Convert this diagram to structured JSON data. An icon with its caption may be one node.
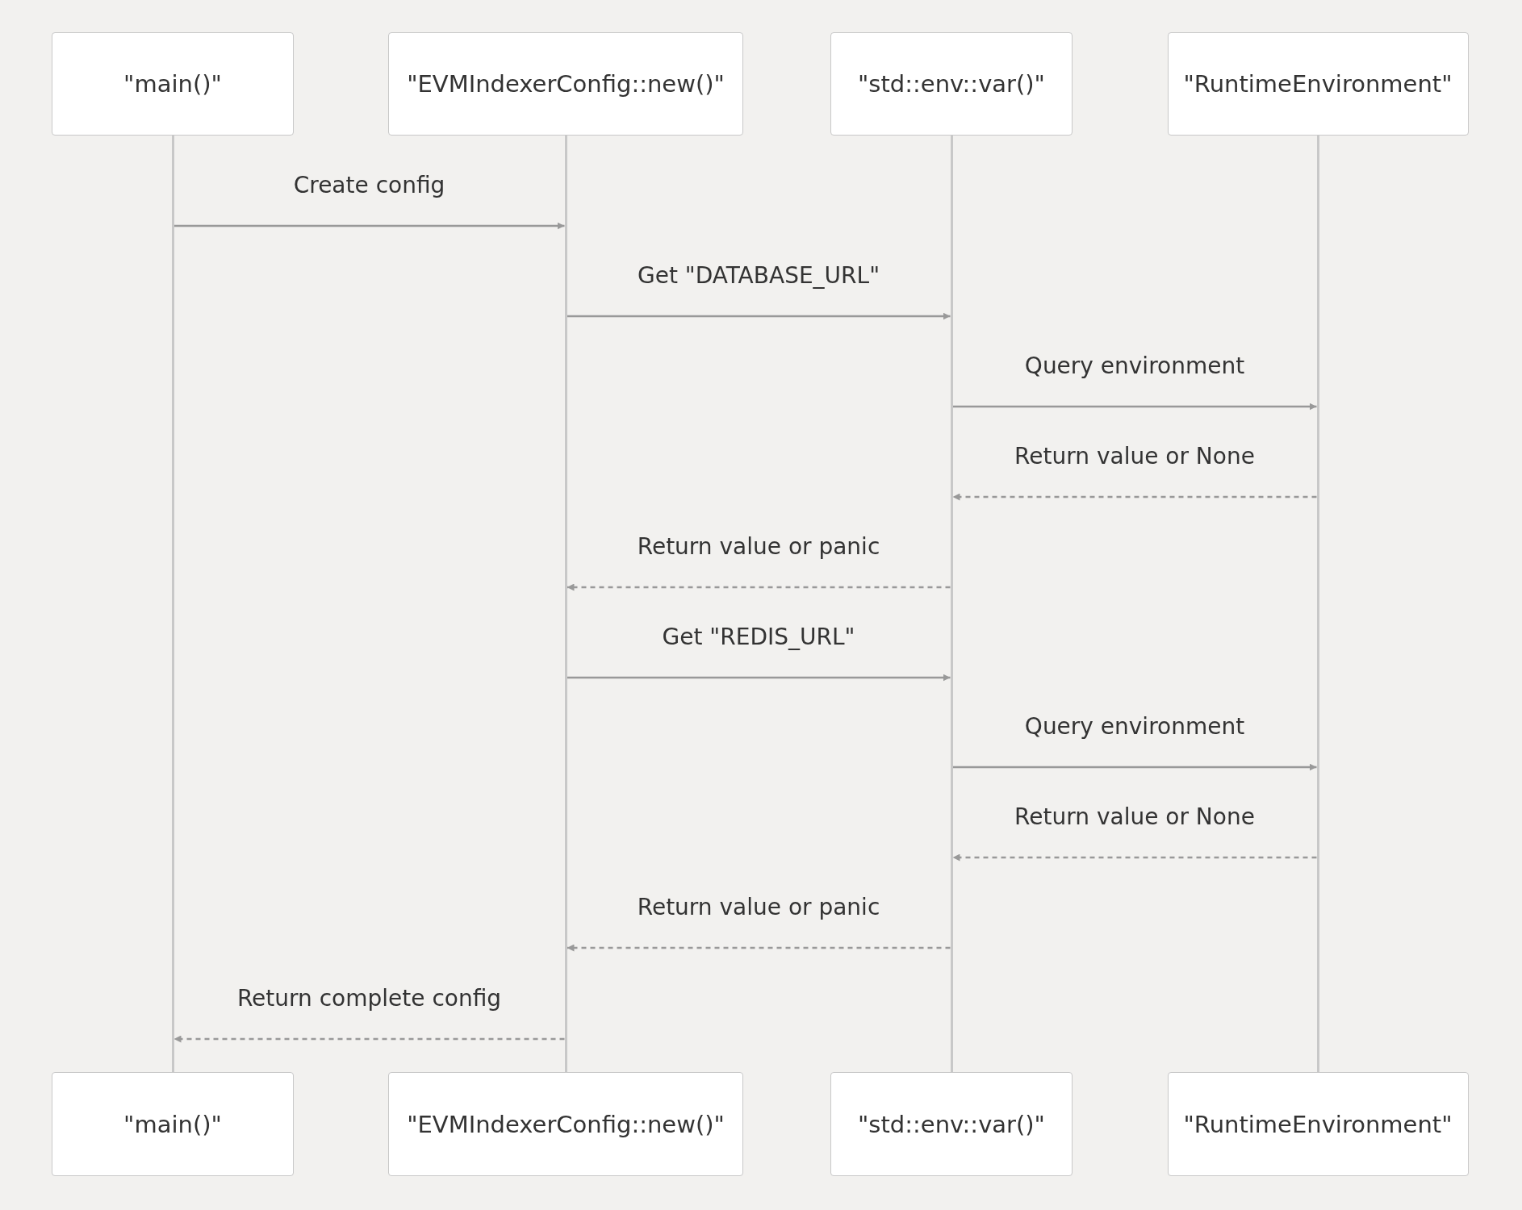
{
  "diagram": {
    "nodes": [
      {
        "text": [
          "\"main()\""
        ]
      },
      {
        "text": [
          "\"EVMIndexerConfig::new()\""
        ]
      },
      {
        "text": [
          "\"std::env::var()\""
        ]
      },
      {
        "text": [
          "\"RuntimeEnvironment\""
        ]
      },
      {
        "text": [],
        "shape": "bar"
      },
      {
        "text": [],
        "shape": "bar"
      },
      {
        "text": [],
        "shape": "bar"
      },
      {
        "text": [],
        "shape": "bar"
      },
      {
        "text": [
          "\"main()\""
        ]
      },
      {
        "text": [
          "\"EVMIndexerConfig::new()\""
        ]
      },
      {
        "text": [
          "\"std::env::var()\""
        ]
      },
      {
        "text": [
          "\"RuntimeEnvironment\""
        ]
      }
    ],
    "edges": [
      {
        "from": 4,
        "to": 5,
        "arrow": "to",
        "label": "Create config"
      },
      {
        "from": 5,
        "to": 6,
        "arrow": "to",
        "label": "Get \"DATABASE_URL\""
      },
      {
        "from": 6,
        "to": 7,
        "arrow": "to",
        "label": "Query environment"
      },
      {
        "from": 7,
        "to": 6,
        "arrow": "to",
        "label": "Return value or None",
        "style": "dashed"
      },
      {
        "from": 6,
        "to": 5,
        "arrow": "to",
        "label": "Return value or panic",
        "style": "dashed"
      },
      {
        "from": 5,
        "to": 6,
        "arrow": "to",
        "label": "Get \"REDIS_URL\""
      },
      {
        "from": 6,
        "to": 7,
        "arrow": "to",
        "label": "Query environment"
      },
      {
        "from": 7,
        "to": 6,
        "arrow": "to",
        "label": "Return value or None",
        "style": "dashed"
      },
      {
        "from": 6,
        "to": 5,
        "arrow": "to",
        "label": "Return value or panic",
        "style": "dashed"
      },
      {
        "from": 5,
        "to": 4,
        "arrow": "to",
        "label": "Return complete config",
        "style": "dashed"
      }
    ]
  }
}
